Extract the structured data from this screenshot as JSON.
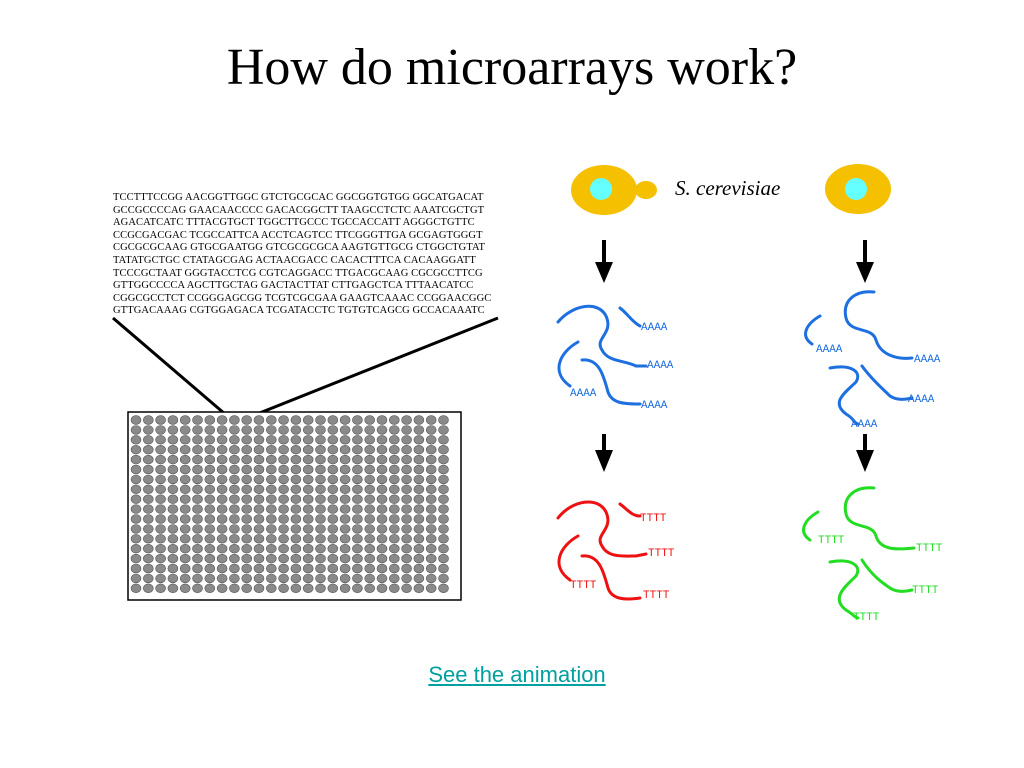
{
  "slide": {
    "title": "How do microarrays work?",
    "sequence_rows": [
      "TCCTTTCCGG AACGGTTGGC GTCTGCGCAC GGCGGTGTGG GGCATGACAT",
      "GCCGCCCCAG GAACAACCCC GACACGGCTT TAAGCCTCTC AAATCGCTGT",
      "AGACATCATC TTTACGTGCT TGGCTTGCCC TGCCACCATT AGGGCTGTTC",
      "CCGCGACGAC TCGCCATTCA ACCTCAGTCC TTCGGGTTGA GCGAGTGGGT",
      "CGCGCGCAAG GTGCGAATGG GTCGCGCGCA AAGTGTTGCG CTGGCTGTAT",
      "TATATGCTGC CTATAGCGAG ACTAACGACC CACACTTTCA CACAAGGATT",
      "TCCCGCTAAT GGGTACCTCG CGTCAGGACC TTGACGCAAG CGCGCCTTCG",
      "GTTGGCCCCA AGCTTGCTAG GACTACTTAT CTTGAGCTCA TTTAACATCC",
      "CGGCGCCTCT CCGGGAGCGG TCGTCGCGAA GAAGTCAAAC CCGGAACGGC",
      "GTTGACAAAG CGTGGAGACA TCGATACCTC TGTGTCAGCG GCCACAAATC"
    ],
    "species": "S. cerevisiae",
    "mrna_label": "AAAA",
    "cdna_label": "TTTT",
    "link_text": "See the animation",
    "colors": {
      "cell": "#f5c000",
      "nucleus": "#66ffff",
      "mrna": "#1e6fe0",
      "cdna_left": "#ee1111",
      "cdna_right": "#22dd22",
      "array_bg": "#ffffff",
      "spot": "#8a8a8a"
    }
  }
}
